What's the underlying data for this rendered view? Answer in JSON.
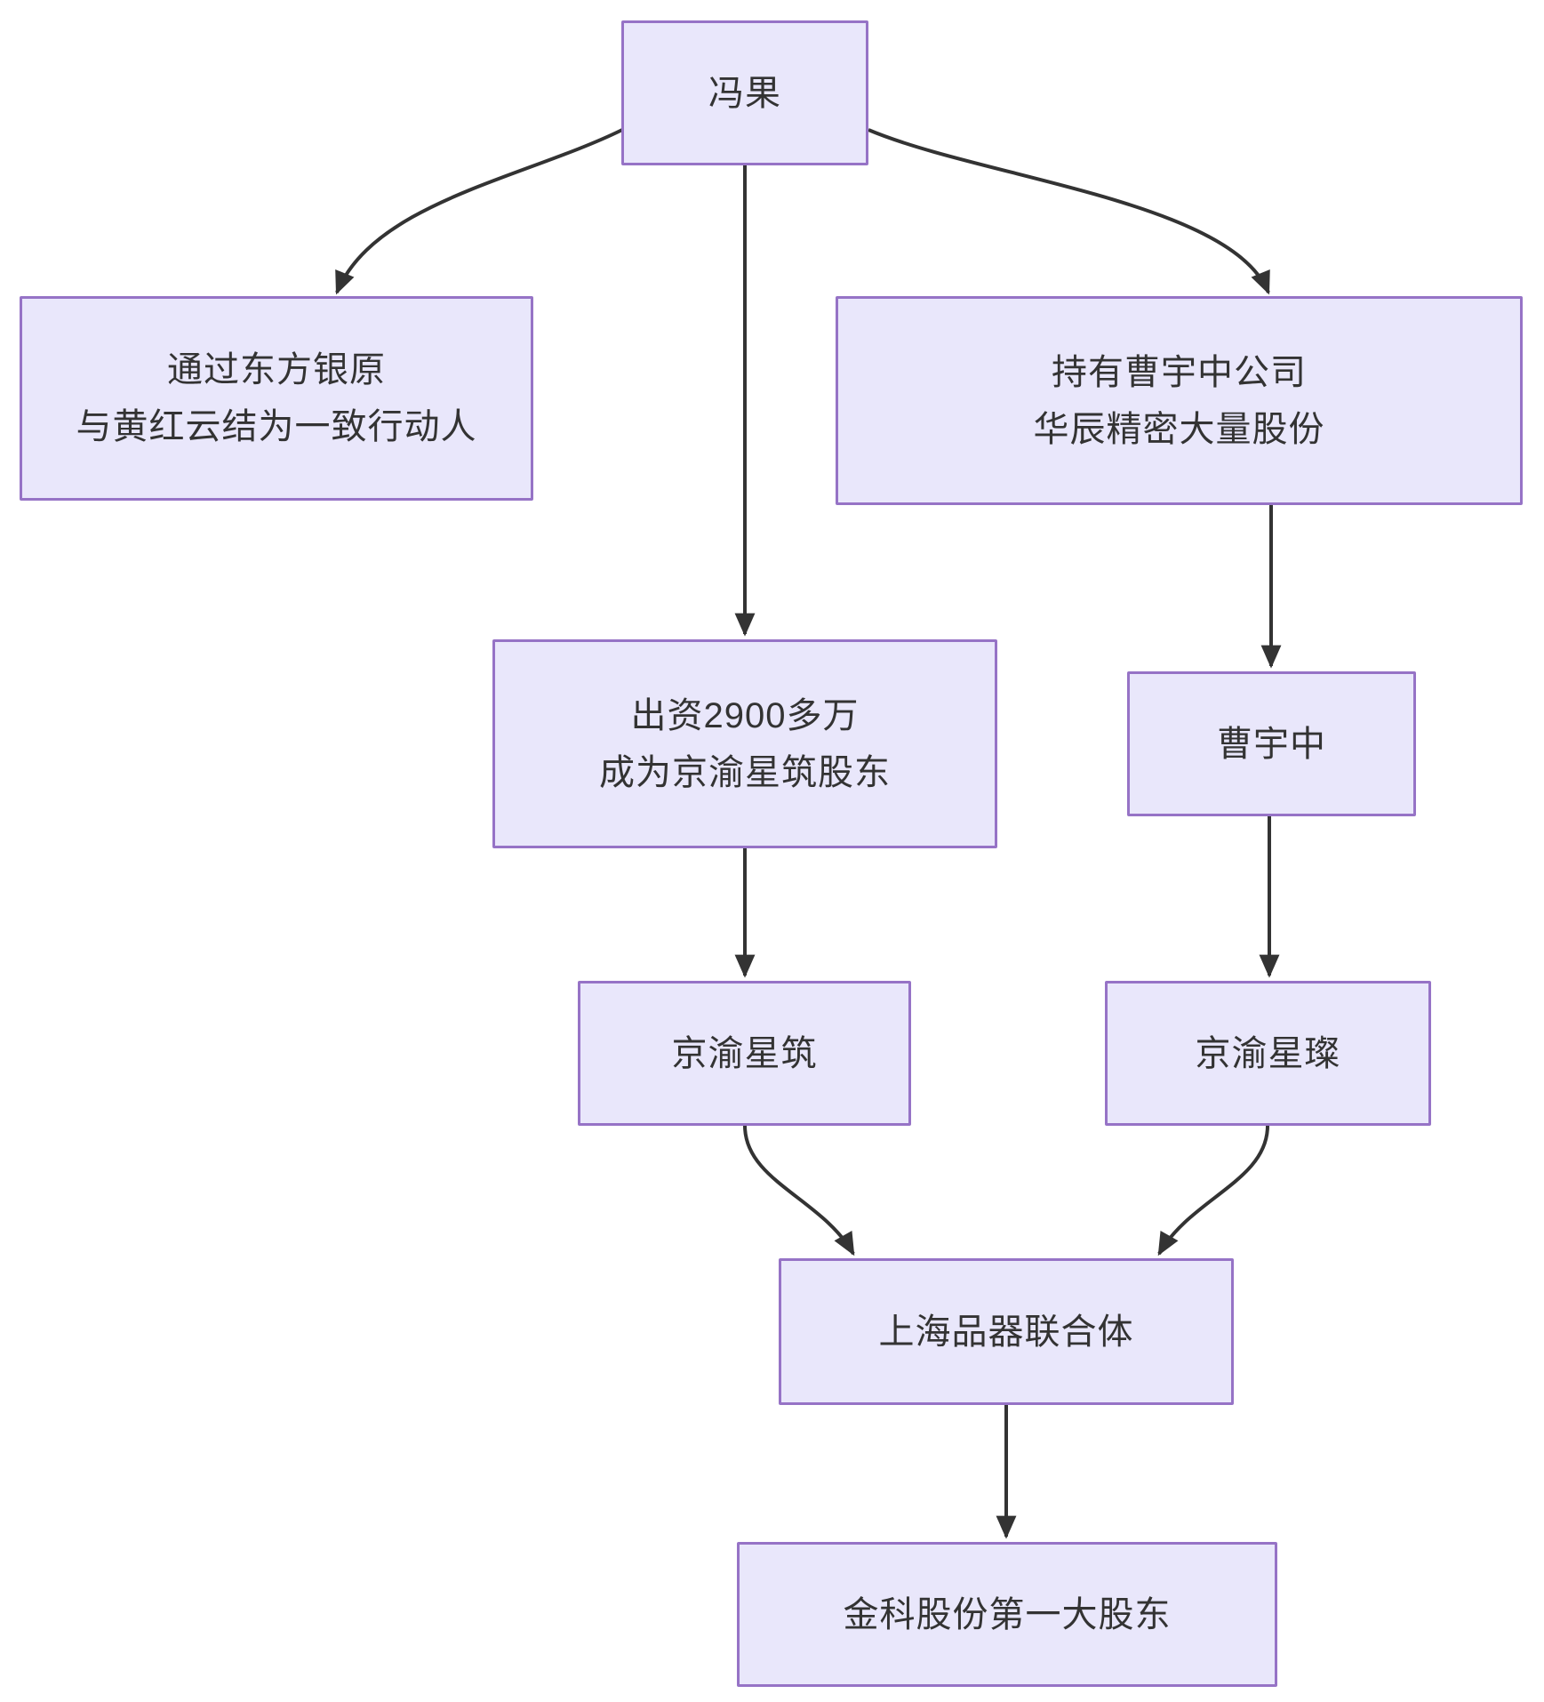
{
  "diagram": {
    "type": "flowchart",
    "direction": "top-down",
    "colors": {
      "background": "#ffffff",
      "node_fill": "#e9e7fb",
      "node_border": "#9673c6",
      "edge_color": "#333333",
      "text_color": "#333333"
    },
    "nodes": [
      {
        "id": "fengguo",
        "lines": [
          "冯果"
        ]
      },
      {
        "id": "dongfang",
        "lines": [
          "通过东方银原",
          "与黄红云结为一致行动人"
        ]
      },
      {
        "id": "chiyou",
        "lines": [
          "持有曹宇中公司",
          "华辰精密大量股份"
        ]
      },
      {
        "id": "chuzi",
        "lines": [
          "出资2900多万",
          "成为京渝星筑股东"
        ]
      },
      {
        "id": "caoyuzhong",
        "lines": [
          "曹宇中"
        ]
      },
      {
        "id": "jingyuxingzhu",
        "lines": [
          "京渝星筑"
        ]
      },
      {
        "id": "jingyuxingcan",
        "lines": [
          "京渝星璨"
        ]
      },
      {
        "id": "shanghai",
        "lines": [
          "上海品器联合体"
        ]
      },
      {
        "id": "jinke",
        "lines": [
          "金科股份第一大股东"
        ]
      }
    ],
    "edges": [
      {
        "from": "冯果",
        "to": "通过东方银原 与黄红云结为一致行动人"
      },
      {
        "from": "冯果",
        "to": "持有曹宇中公司 华辰精密大量股份"
      },
      {
        "from": "冯果",
        "to": "出资2900多万 成为京渝星筑股东"
      },
      {
        "from": "持有曹宇中公司 华辰精密大量股份",
        "to": "曹宇中"
      },
      {
        "from": "出资2900多万 成为京渝星筑股东",
        "to": "京渝星筑"
      },
      {
        "from": "曹宇中",
        "to": "京渝星璨"
      },
      {
        "from": "京渝星筑",
        "to": "上海品器联合体"
      },
      {
        "from": "京渝星璨",
        "to": "上海品器联合体"
      },
      {
        "from": "上海品器联合体",
        "to": "金科股份第一大股东"
      }
    ]
  }
}
